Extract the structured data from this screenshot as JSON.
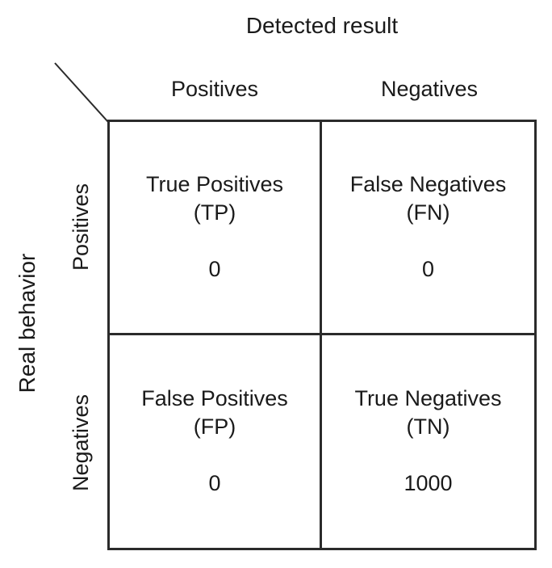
{
  "matrix": {
    "col_axis_title": "Detected result",
    "row_axis_title": "Real behavior",
    "col_headers": [
      "Positives",
      "Negatives"
    ],
    "row_headers": [
      "Positives",
      "Negatives"
    ],
    "cells": {
      "tp": {
        "label": "True Positives",
        "abbr": "(TP)",
        "value": "0"
      },
      "fn": {
        "label": "False Negatives",
        "abbr": "(FN)",
        "value": "0"
      },
      "fp": {
        "label": "False Positives",
        "abbr": "(FP)",
        "value": "0"
      },
      "tn": {
        "label": "True Negatives",
        "abbr": "(TN)",
        "value": "1000"
      }
    },
    "colors": {
      "line": "#2b2b2b",
      "text": "#1a1a1a",
      "background": "#ffffff"
    }
  }
}
